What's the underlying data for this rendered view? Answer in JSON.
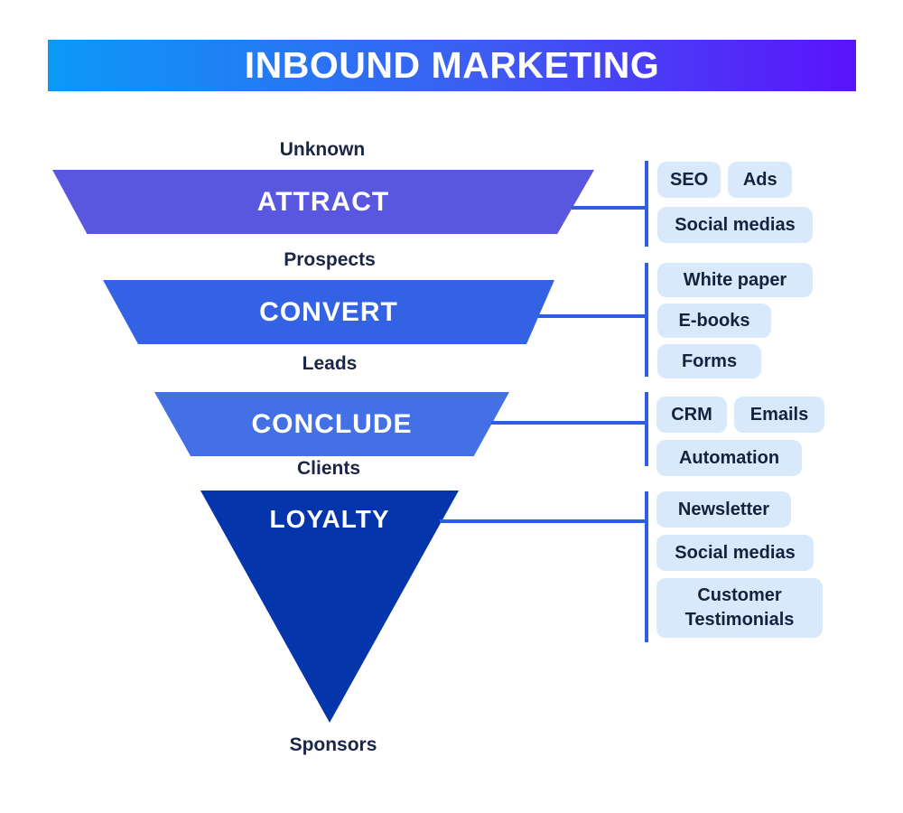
{
  "title": "INBOUND MARKETING",
  "stages": [
    {
      "name": "ATTRACT",
      "audience_above": "Unknown",
      "tags": [
        "SEO",
        "Ads",
        "Social medias"
      ]
    },
    {
      "name": "CONVERT",
      "audience_above": "Prospects",
      "tags": [
        "White paper",
        "E-books",
        "Forms"
      ]
    },
    {
      "name": "CONCLUDE",
      "audience_above": "Leads",
      "tags": [
        "CRM",
        "Emails",
        "Automation"
      ]
    },
    {
      "name": "LOYALTY",
      "audience_above": "Clients",
      "tags": [
        "Newsletter",
        "Social medias",
        "Customer Testimonials"
      ]
    }
  ],
  "final_audience": "Sponsors",
  "colors": {
    "banner_gradient_start": "#0A9AF7",
    "banner_gradient_end": "#5A13FB",
    "stage_attract": "#5956DF",
    "stage_convert": "#3462E5",
    "stage_conclude": "#4470E6",
    "stage_loyalty": "#0535AB",
    "tag_background": "#D7E9FB",
    "tag_text": "#16213E",
    "audience_label_text": "#1B2647",
    "connector_line": "#2E5EE1",
    "stage_text": "#FFFFFF"
  }
}
